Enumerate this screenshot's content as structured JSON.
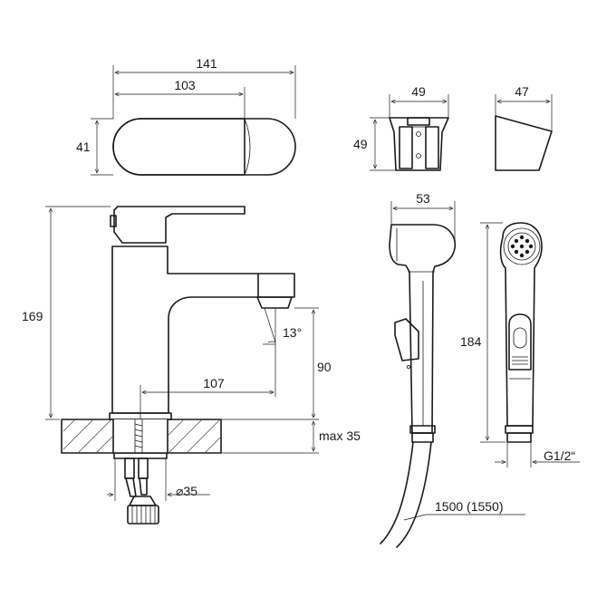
{
  "dimensions": {
    "top_width_141": "141",
    "top_width_103": "103",
    "top_height_41": "41",
    "faucet_height_169": "169",
    "spout_height_90": "90",
    "spout_reach_107": "107",
    "spout_angle": "13°",
    "deck_thickness": "max 35",
    "hole_diameter": "⌀35",
    "holder_width_49": "49",
    "holder_height_49": "49",
    "holder_side_width_47": "47",
    "shower_head_width_53": "53",
    "shower_length_184": "184",
    "thread_size": "G1/2“",
    "hose_length": "1500 (1550)"
  },
  "colors": {
    "line": "#1a1a1a",
    "background": "#ffffff"
  }
}
